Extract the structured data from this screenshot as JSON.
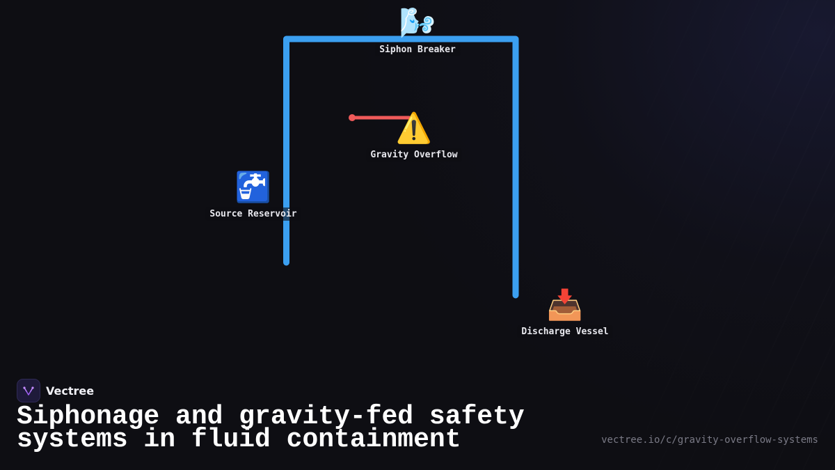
{
  "diagram": {
    "nodes": [
      {
        "id": "siphon-breaker",
        "label": "Siphon Breaker",
        "icon": "🌬️",
        "icon_name": "wind-face-icon"
      },
      {
        "id": "gravity-overflow",
        "label": "Gravity Overflow",
        "icon": "⚠️",
        "icon_name": "warning-icon"
      },
      {
        "id": "source-reservoir",
        "label": "Source Reservoir",
        "icon": "🚰",
        "icon_name": "potable-water-icon"
      },
      {
        "id": "discharge-vessel",
        "label": "Discharge Vessel",
        "icon": "📥",
        "icon_name": "inbox-tray-icon"
      }
    ],
    "colors": {
      "pipe": "#3b9ff0",
      "overflow": "#f05a5a"
    }
  },
  "brand": {
    "name": "Vectree",
    "logo_color": "#9b5cf0"
  },
  "headline": "Siphonage and gravity-fed safety systems in fluid containment",
  "footer_url": "vectree.io/c/gravity-overflow-systems"
}
